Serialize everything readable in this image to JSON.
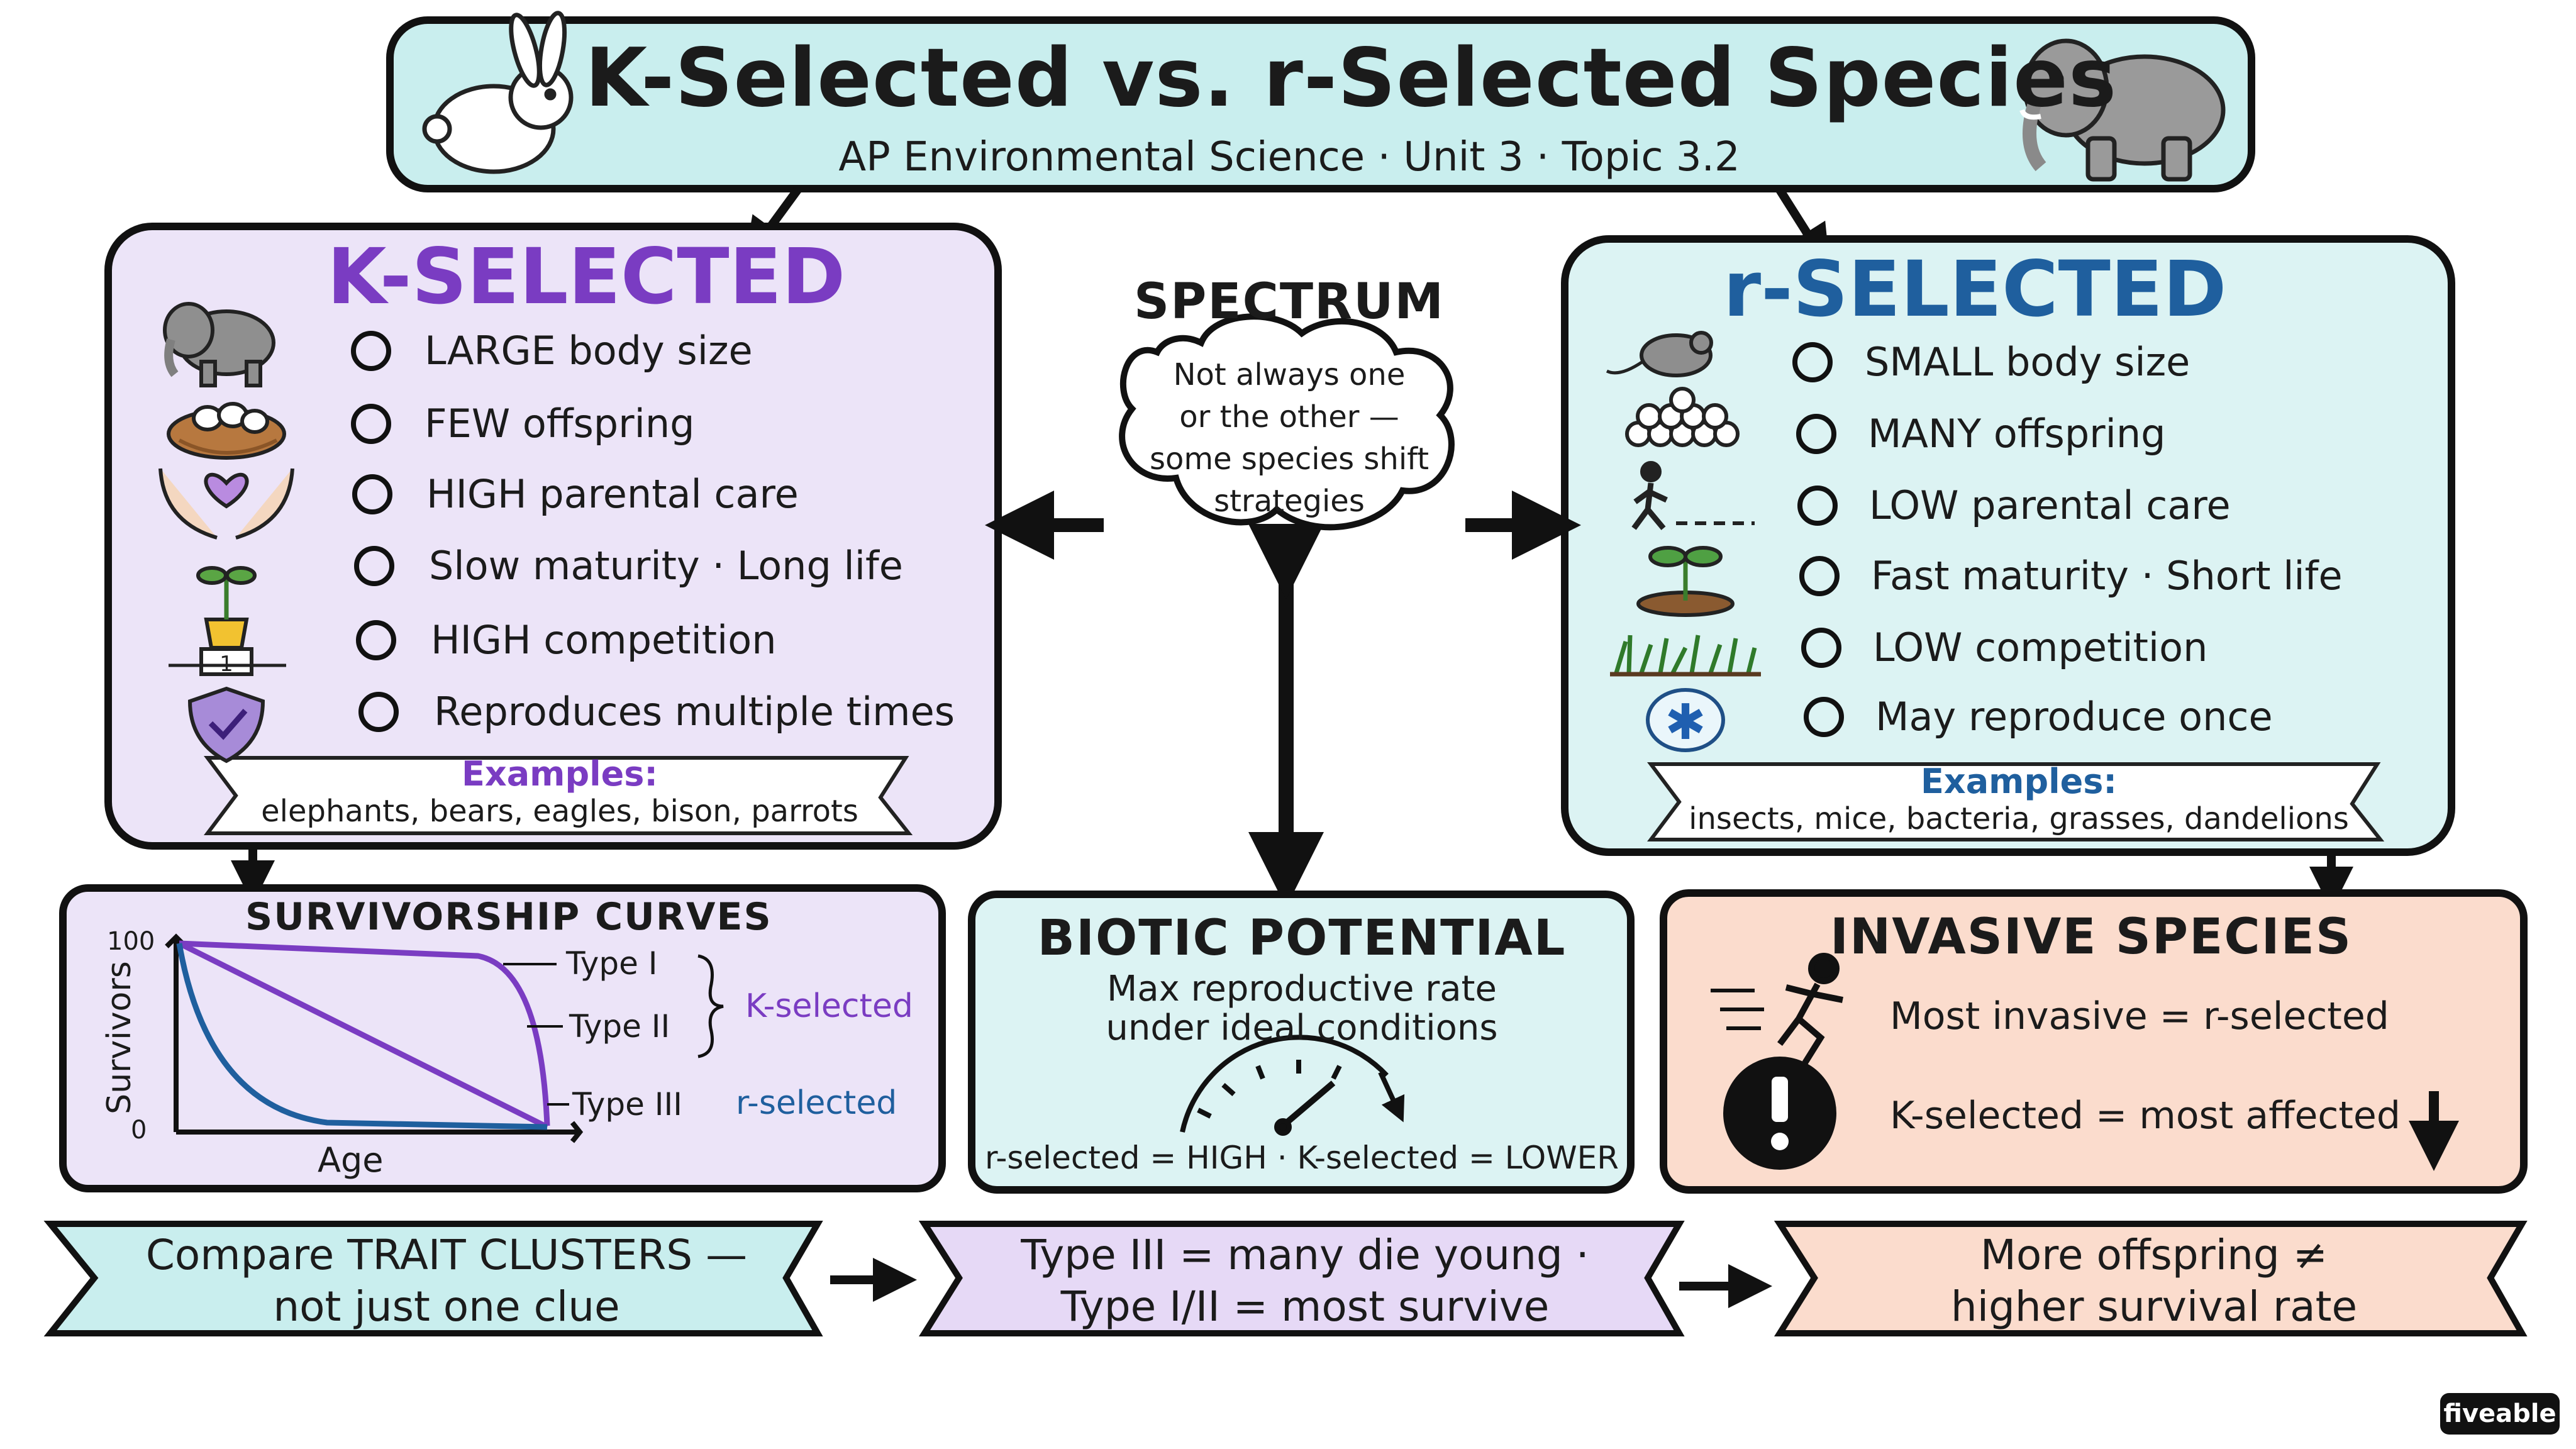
{
  "header": {
    "title": "K-Selected vs. r-Selected Species",
    "subtitle": "AP Environmental Science · Unit 3 · Topic 3.2"
  },
  "k_selected": {
    "title": "K-SELECTED",
    "traits": [
      "LARGE body size",
      "FEW offspring",
      "HIGH parental care",
      "Slow maturity · Long life",
      "HIGH competition",
      "Reproduces multiple times"
    ],
    "examples_label": "Examples:",
    "examples": "elephants, bears, eagles, bison, parrots"
  },
  "r_selected": {
    "title": "r-SELECTED",
    "traits": [
      "SMALL body size",
      "MANY offspring",
      "LOW parental care",
      "Fast maturity · Short life",
      "LOW competition",
      "May reproduce once"
    ],
    "examples_label": "Examples:",
    "examples": "insects, mice, bacteria, grasses, dandelions"
  },
  "spectrum": {
    "title": "SPECTRUM",
    "lines": [
      "Not always one",
      "or the other —",
      "some species shift",
      "strategies"
    ]
  },
  "survivorship": {
    "title": "SURVIVORSHIP CURVES",
    "y_axis_label": "Survivors",
    "x_axis_label": "Age",
    "y_tick_max": "100",
    "y_tick_min": "0",
    "type1": "Type I",
    "type2": "Type II",
    "type3": "Type III",
    "k_label": "K-selected",
    "r_label": "r-selected"
  },
  "biotic": {
    "title": "BIOTIC POTENTIAL",
    "line1": "Max reproductive rate",
    "line2": "under ideal conditions",
    "footer": "r-selected = HIGH · K-selected = LOWER"
  },
  "invasive": {
    "title": "INVASIVE SPECIES",
    "line1": "Most invasive = r-selected",
    "line2": "K-selected = most affected"
  },
  "banners": [
    {
      "line1": "Compare TRAIT CLUSTERS —",
      "line2": "not just one clue"
    },
    {
      "line1": "Type III = many die young ·",
      "line2": "Type I/II = most survive"
    },
    {
      "line1": "More offspring ≠",
      "line2": "higher survival rate"
    }
  ],
  "brand": "fiveable",
  "icons": {
    "header_left": "rabbit-icon",
    "header_right": "elephant-icon",
    "k_traits": [
      "elephant-icon",
      "nest-eggs-icon",
      "heart-hands-icon",
      "trophy-sprout-icon",
      "podium-icon",
      "shield-check-icon"
    ],
    "r_traits": [
      "mouse-icon",
      "many-eggs-icon",
      "walking-away-icon",
      "sprout-icon",
      "grass-icon",
      "asterisk-icon"
    ],
    "biotic": "speedometer-icon",
    "invasive": [
      "running-person-icon",
      "exclamation-icon",
      "down-arrow-icon"
    ]
  },
  "colors": {
    "k_purple": "#7a3cc2",
    "r_blue": "#1f5f9e",
    "lavender": "#ece4f8",
    "mint": "#dcf3f3",
    "peach": "#fbdccd",
    "header_fill": "#c9eeee"
  }
}
